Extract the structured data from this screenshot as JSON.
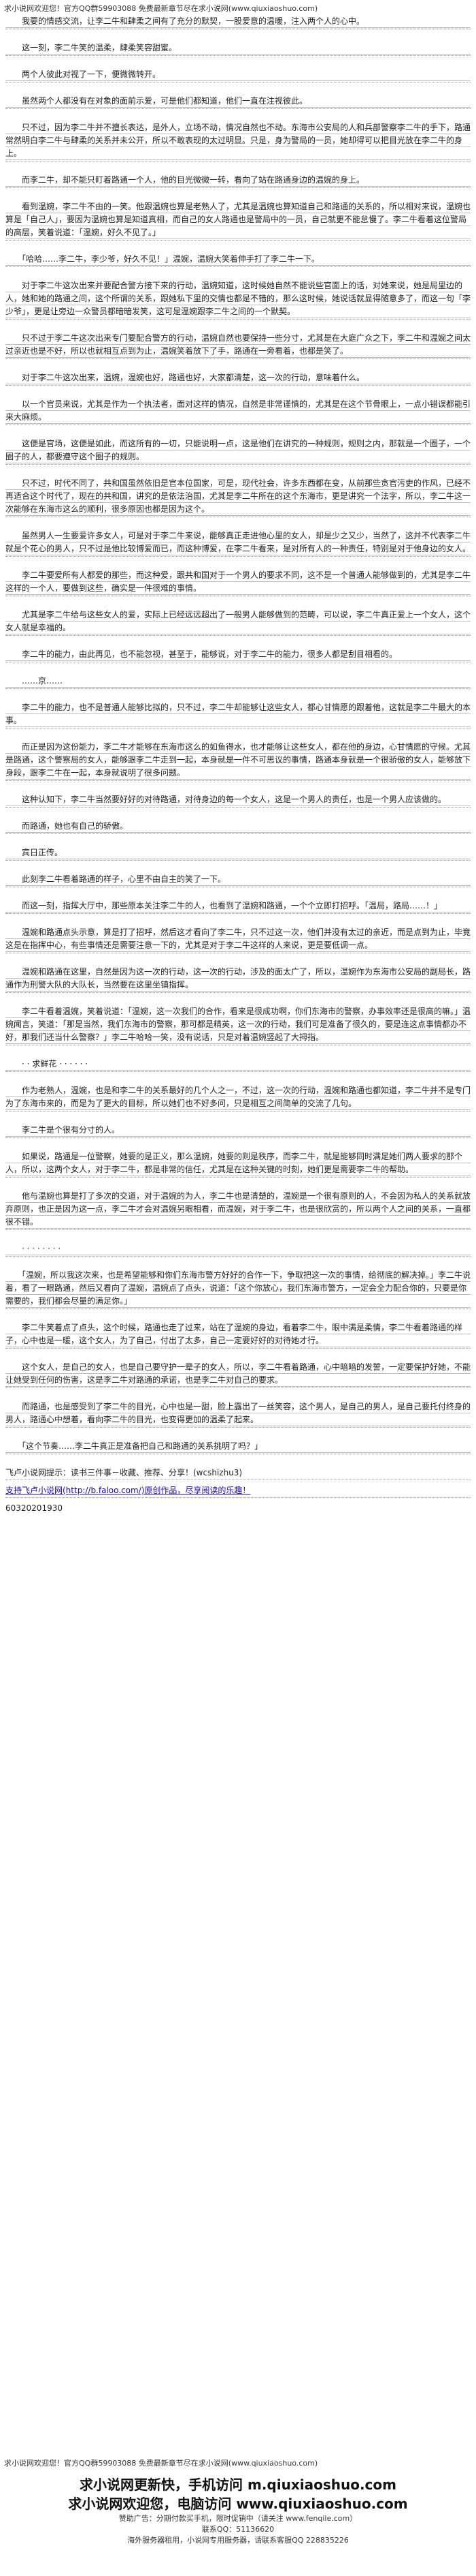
{
  "header": {
    "banner": "求小说网欢迎您！官方QQ群59903088 免费最新章节尽在求小说网(www.qiuxiaoshuo.com)"
  },
  "paragraphs": [
    "　　我要的情感交流，让李二牛和肆柔之间有了充分的默契，一股爱意的温暖，注入两个人的心中。",
    "　　这一刻，李二牛笑的温柔，肆柔笑容甜蜜。",
    "　　两个人彼此对视了一下，便微微转开。",
    "　　虽然两个人都没有在对象的面前示爱，可是他们都知道，他们一直在注视彼此。",
    "　　只不过，因为李二牛并不擅长表达，是外人，立场不动，情况自然也不动。东海市公安局的人和兵部警察李二牛的手下，路通常然明白李二牛与肆柔的关系并未公开，所以不敢表现的太过明显。只是，身为警局的一员，她却得可以把目光放在李二牛的身上。",
    "　　而李二牛，却不能只盯着路通一个人，他的目光微微一转，看向了站在路通身边的温婉的身上。",
    "　　看到温婉，李二牛不由的一笑。他跟温婉也算是老熟人了，尤其是温婉也算知道自己和路通的关系的，所以相对来说，温婉也算是「自己人」，要因为温婉也算是知道真相，而自己的女人路通也是警局中的一员，自己就更不能怠慢了。李二牛看着这位警局的高层，笑着说道：「温婉，好久不见了。」",
    "　　「哈哈……李二牛，李少爷，好久不见！」温婉，温婉大笑着伸手打了李二牛一下。",
    "　　对于李二牛这次出来并要配合警方接下来的行动，温婉知道，这时候她自然不能说些官面上的话，对她来说，她是局里边的人，她和她的路通之间，这个所谓的关系，跟她私下里的交情也都是不错的，那么这时候，她说话就显得随意多了，而这一句「李少爷」，更是让旁边一众警员都暗暗发笑，这可是温婉跟李二牛之间的一个默契。",
    "　　只不过于李二牛这次出来专门要配合警方的行动，温婉自然也要保持一些分寸，尤其是在大庭广众之下，李二牛和温婉之间太过亲近也是不好，所以也就相互点到为止，温婉笑着放下了手，路通在一旁看着，也都是笑了。",
    "　　对于李二牛这次出来，温婉，温婉也好，路通也好，大家都清楚，这一次的行动，意味着什么。",
    "　　以一个官员来说，尤其是作为一个执法者，面对这样的情况，自然是非常谨慎的，尤其是在这个节骨眼上，一点小错误都能引来大麻烦。",
    "　　这便是官场，这便是如此，而这所有的一切，只能说明一点，这是他们在讲究的一种规则，规则之内，那就是一个圈子，一个圈子的人，都要遵守这个圈子的规则。",
    "　　只不过，时代不同了，共和国虽然依旧是官本位国家，可是，现代社会，许多东西都在变，从前那些贪官污吏的作风，已经不再适合这个时代了，现在的共和国，讲究的是依法治国，尤其是李二牛所在的这个东海市，更是讲究一个法字，所以，李二牛这一次能够在东海市这么的顺利，很多原因也都是因为这个。",
    "　　虽然男人一生要爱许多女人，可是对于李二牛来说，能够真正走进他心里的女人，却是少之又少，当然了，这并不代表李二牛就是个花心的男人，只不过是他比较博爱而已，而这种博爱，在李二牛看来，是对所有人的一种责任，特别是对于他身边的女人。",
    "　　李二牛要爱所有人都爱的那些，而这种爱，跟共和国对于一个男人的要求不同，这不是一个普通人能够做到的，尤其是李二牛这样的一个人，要做到这些，确实是一件很难的事情。",
    "　　尤其是李二牛给与这些女人的爱，实际上已经远远超出了一般男人能够做到的范畴，可以说，李二牛真正爱上一个女人，这个女人就是幸福的。",
    "　　李二牛的能力，由此再见，也不能忽视，甚至于，能够说，对于李二牛的能力，很多人都是刮目相看的。",
    "　　……京……",
    "　　李二牛的能力，也不是普通人能够比拟的，只不过，李二牛却能够让这些女人，都心甘情愿的跟着他，这就是李二牛最大的本事。",
    "　　而正是因为这份能力，李二牛才能够在东海市这么的如鱼得水，也才能够让这些女人，都在他的身边，心甘情愿的守候。尤其是路通，这个警察局的女人，能够跟李二牛走到一起，本身就是一件不可思议的事情，路通本身就是一个很骄傲的女人，能够放下身段，跟李二牛在一起，本身就说明了很多问题。",
    "　　这种认知下，李二牛当然要好好的对待路通，对待身边的每一个女人，这是一个男人的责任，也是一个男人应该做的。",
    "　　而路通，她也有自己的骄傲。",
    "　　宾日正传。",
    "　　此刻李二牛看着路通的样子，心里不由自主的笑了一下。",
    "　　而这一刻，指挥大厅中，那些原本关注李二牛的人，也看到了温婉和路通，一个个立即打招呼。「温局，路局……！」",
    "　　温婉和路通点头示意，算是打了招呼，然后这才看向了李二牛，只不过这一次，他们并没有太过的亲近，而是点到为止，毕竟这是在指挥中心，有些事情还是需要注意一下的，尤其是对于李二牛这样的人来说，更是要低调一点。",
    "　　温婉和路通在这里，自然是因为这一次的行动，这一次的行动，涉及的面太广了，所以，温婉作为东海市公安局的副局长，路通作为刑警大队的大队长，当然要在这里坐镇指挥。",
    "　　李二牛看着温婉，笑着说道：「温婉，这一次我们的合作，看来是很成功啊，你们东海市的警察，办事效率还是很高的嘛。」温婉闻言，笑道：「那是当然，我们东海市的警察，那可都是精英，这一次的行动，我们可是准备了很久的，要是连这点事情都办不好，那我们还当什么警察？」李二牛哈哈一笑，没有说话，只是对着温婉竖起了大拇指。",
    "　　· · 求鲜花 · · · · · ·",
    "　　作为老熟人，温婉，也是和李二牛的关系最好的几个人之一，不过，这一次的行动，温婉和路通也都知道，李二牛并不是专门为了东海市来的，而是为了更大的目标，所以她们也不好多问，只是相互之间简单的交流了几句。",
    "　　李二牛是个很有分寸的人。",
    "　　如果说，路通是一位警察，她要的是正义，那么温婉，她要的则是秩序，而李二牛，就是能够同时满足她们两人要求的那个人，所以，这两个女人，对于李二牛，都是非常的信任，尤其是在这种关键的时刻，她们更是需要李二牛的帮助。",
    "　　他与温婉也算是打了多次的交道，对于温婉的为人，李二牛也是清楚的，温婉是一个很有原则的人，不会因为私人的关系就放弃原则，也正是因为这一点，李二牛才会对温婉另眼相看，而温婉，对于李二牛，也是很欣赏的，所以两个人之间的关系，一直都很不错。",
    "　　· · · · · · · ·",
    "　　「温婉，所以我这次来，也是希望能够和你们东海市警方好好的合作一下，争取把这一次的事情，给彻底的解决掉。」李二牛说着，看了一眼路通，然后又看向了温婉，温婉点了点头，说道：「这个你放心，我们东海市警方，一定会全力配合你的，只要是你需要的，我们都会尽量的满足你。」",
    "　　李二牛笑着点了点头，这个时候，路通也走了过来，站在了温婉的身边，看着李二牛，眼中满是柔情，李二牛看着路通的样子，心中也是一暖，这个女人，为了自己，付出了太多，自己一定要好好的对待她才行。",
    "　　这个女人，是自己的女人，也是自己要守护一辈子的女人，所以，李二牛看着路通，心中暗暗的发誓，一定要保护好她，不能让她受到任何的伤害，这是李二牛对路通的承诺，也是李二牛对自己的要求。",
    "　　而路通，也是感受到了李二牛的目光，心中也是一甜，脸上露出了一丝笑容，这个男人，是自己的男人，是自己要托付终身的男人，路通心中想着，看向李二牛的目光，也变得更加的温柔了起来。",
    "　　「这个节奏……李二牛真正是准备把自己和路通的关系挑明了吗？」"
  ],
  "footer": {
    "note": "飞卢小说网提示：读书三件事－收藏、推荐、分享！(wcshizhu3)",
    "link_label": "支持飞卢小说网(http://b.faloo.com/)原创作品，尽享阅读的乐趣！",
    "id": "60320201930"
  },
  "bottom": {
    "banner": "求小说网欢迎您！官方QQ群59903088 免费最新章节尽在求小说网(www.qiuxiaoshuo.com)",
    "ad1": "求小说网更新快，手机访问 m.qiuxiaoshuo.com",
    "ad2": "求小说网欢迎您，电脑访问 www.qiuxiaoshuo.com",
    "ad3": "赞助广告：分期付款买手机，限时促销中（请关注 www.fenqile.com）",
    "small1": "联系QQ：51136620",
    "small2": "海外服务器租用，小说网专用服务器，请联系客服QQ 228835226"
  }
}
